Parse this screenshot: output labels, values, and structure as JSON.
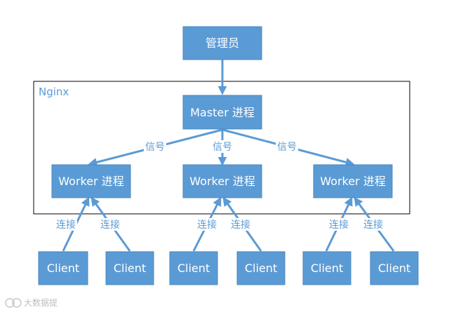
{
  "diagram": {
    "container_title": "Nginx",
    "nodes": {
      "admin": "管理员",
      "master": "Master 进程",
      "worker_left": "Worker 进程",
      "worker_center": "Worker 进程",
      "worker_right": "Worker 进程",
      "client_1": "Client",
      "client_2": "Client",
      "client_3": "Client",
      "client_4": "Client",
      "client_5": "Client",
      "client_6": "Client"
    },
    "edge_labels": {
      "signal_left": "信号",
      "signal_center": "信号",
      "signal_right": "信号",
      "connect_1": "连接",
      "connect_2": "连接",
      "connect_3": "连接",
      "connect_4": "连接",
      "connect_5": "连接",
      "connect_6": "连接"
    },
    "watermark": "大数据提",
    "colors": {
      "node_fill": "#5b9bd5",
      "node_text": "#ffffff",
      "edge": "#5b9bd5",
      "frame": "#000000"
    }
  }
}
